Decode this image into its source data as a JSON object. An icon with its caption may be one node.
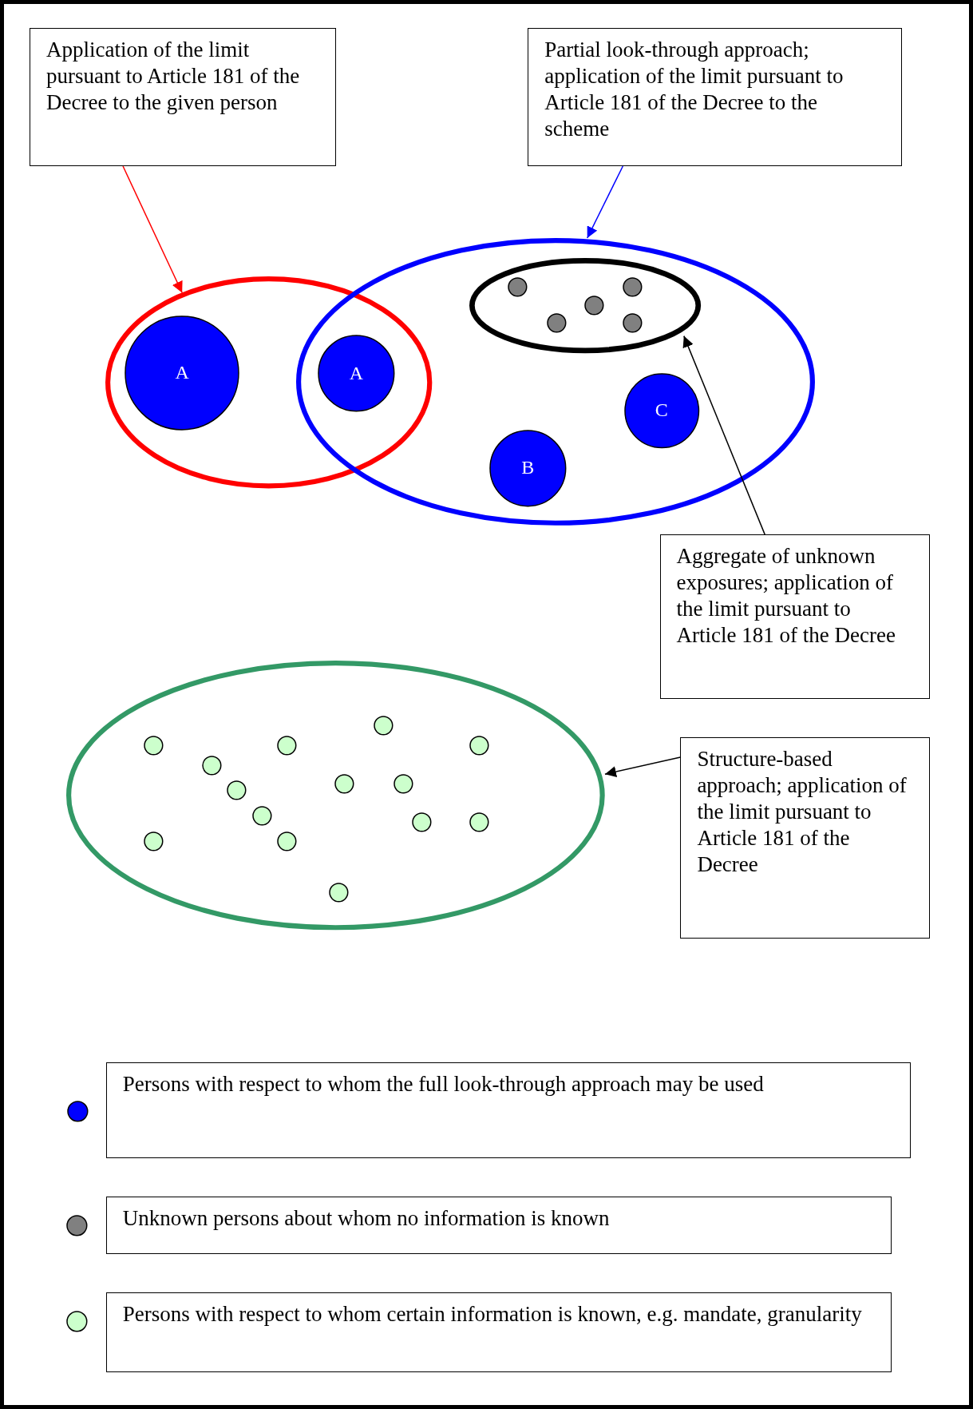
{
  "diagram": {
    "nodes": [
      {
        "text": [
          "Application of the limit pursuant to Article 181 of the Decree to the given person"
        ]
      },
      {
        "text": [
          "Partial look-through approach; application of the limit pursuant to Article 181 of the Decree to the scheme"
        ]
      },
      {
        "text": [],
        "shape": "ellipse"
      },
      {
        "text": [],
        "shape": "ellipse"
      },
      {
        "text": [
          "A"
        ],
        "in": 2
      },
      {
        "text": [
          "A"
        ]
      },
      {
        "text": [],
        "shape": "ellipse",
        "in": 3
      },
      {
        "text": [],
        "shape": "circle",
        "in": 6
      },
      {
        "text": [],
        "shape": "circle",
        "in": 6
      },
      {
        "text": [],
        "shape": "circle",
        "in": 6
      },
      {
        "text": [],
        "shape": "circle",
        "in": 6
      },
      {
        "text": [],
        "shape": "circle",
        "in": 6
      },
      {
        "text": [
          "B"
        ],
        "in": 3
      },
      {
        "text": [
          "C"
        ],
        "in": 3
      },
      {
        "text": [
          "Aggregate of unknown exposures; application of the limit pursuant to Article 181 of the Decree"
        ]
      },
      {
        "text": [],
        "shape": "ellipse"
      },
      {
        "text": [],
        "shape": "circle",
        "in": 15
      },
      {
        "text": [],
        "shape": "circle",
        "in": 15
      },
      {
        "text": [],
        "shape": "circle",
        "in": 15
      },
      {
        "text": [],
        "shape": "circle",
        "in": 15
      },
      {
        "text": [],
        "shape": "circle",
        "in": 15
      },
      {
        "text": [],
        "shape": "circle",
        "in": 15
      },
      {
        "text": [],
        "shape": "circle",
        "in": 15
      },
      {
        "text": [],
        "shape": "circle",
        "in": 15
      },
      {
        "text": [],
        "shape": "circle",
        "in": 15
      },
      {
        "text": [],
        "shape": "circle",
        "in": 15
      },
      {
        "text": [],
        "shape": "circle",
        "in": 15
      },
      {
        "text": [],
        "shape": "circle",
        "in": 15
      },
      {
        "text": [],
        "shape": "circle",
        "in": 15
      },
      {
        "text": [],
        "shape": "circle",
        "in": 15
      },
      {
        "text": [
          "Structure-based approach; application of the limit pursuant to Article 181 of the Decree"
        ]
      }
    ],
    "edges": [
      {
        "from": 0,
        "to": 2,
        "arrow": "to",
        "color": "#ff0000"
      },
      {
        "from": 1,
        "to": 3,
        "arrow": "to",
        "color": "#0000ff"
      },
      {
        "from": 14,
        "to": 6,
        "arrow": "to"
      },
      {
        "from": 30,
        "to": 15,
        "arrow": "to"
      }
    ],
    "legend": [
      {
        "text": "Persons with respect to whom the full look-through approach may be used",
        "color": "#0000ff"
      },
      {
        "text": "Unknown persons about whom no information is known",
        "color": "#808080"
      },
      {
        "text": "Persons with respect to whom certain information is known, e.g. mandate, granularity",
        "color": "#ccffcc"
      }
    ]
  }
}
